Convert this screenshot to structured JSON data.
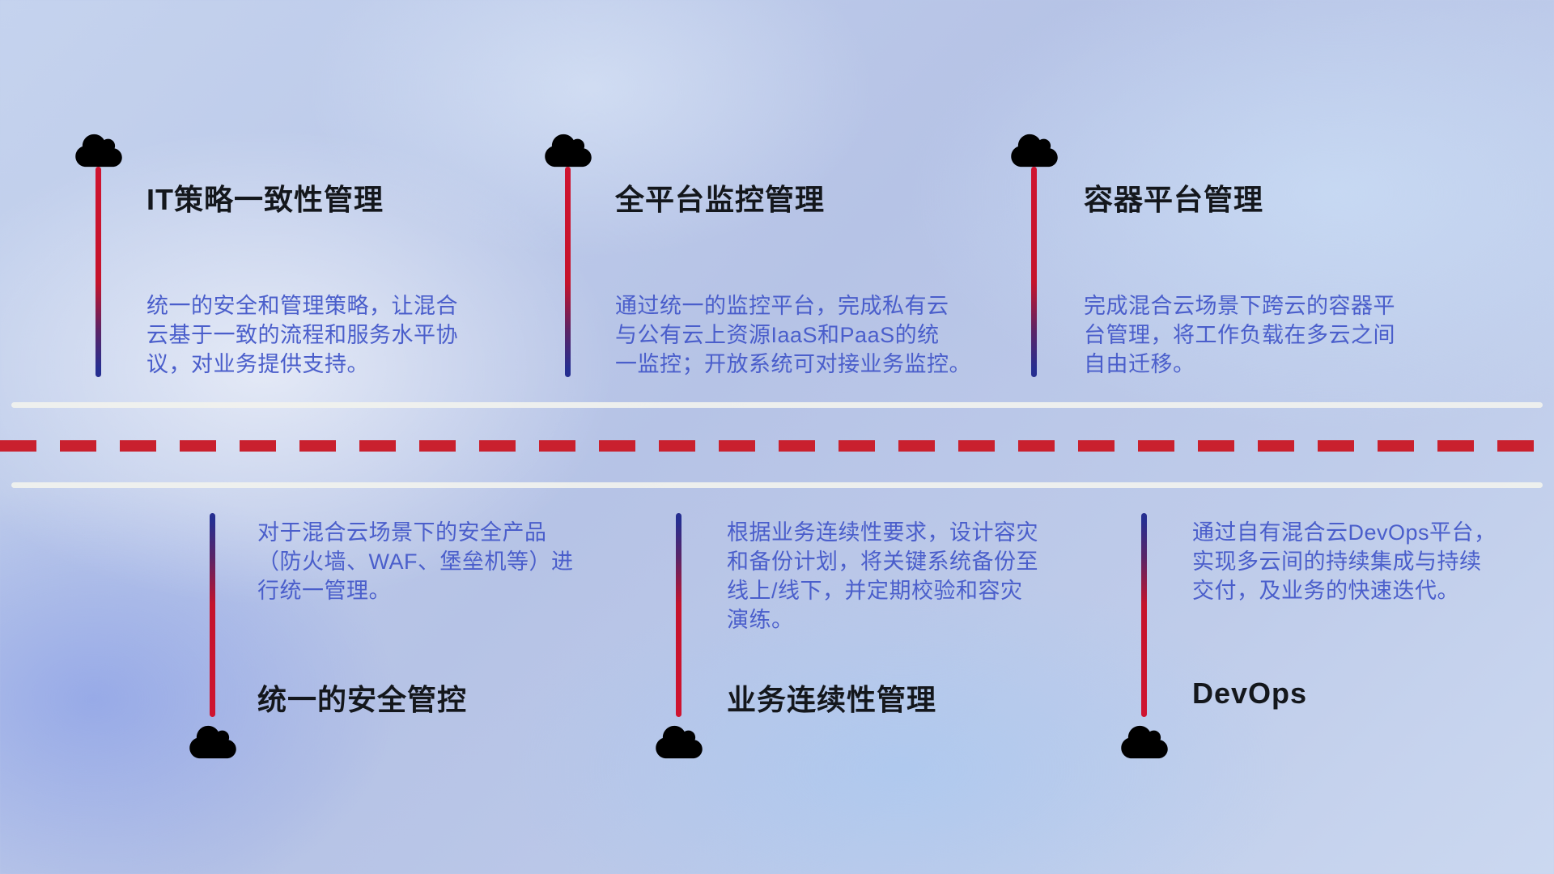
{
  "colors": {
    "cloud_red": "#d2202c",
    "line_red": "#c5132b",
    "line_blue": "#262e90",
    "title_text": "#14171c",
    "desc_text": "#4a5ecb",
    "road_line": "#f1f2ee",
    "dash_red": "#c9202e"
  },
  "icons": {
    "item_marker": "cloud-icon"
  },
  "top_items": [
    {
      "title": "IT策略一致性管理",
      "desc": "统一的安全和管理策略，让混合\n云基于一致的流程和服务水平协\n议，对业务提供支持。"
    },
    {
      "title": "全平台监控管理",
      "desc": "通过统一的监控平台，完成私有云\n与公有云上资源IaaS和PaaS的统\n一监控；开放系统可对接业务监控。"
    },
    {
      "title": "容器平台管理",
      "desc": "完成混合云场景下跨云的容器平\n台管理，将工作负载在多云之间\n自由迁移。"
    }
  ],
  "bottom_items": [
    {
      "title": "统一的安全管控",
      "desc": "对于混合云场景下的安全产品\n（防火墙、WAF、堡垒机等）进\n行统一管理。"
    },
    {
      "title": "业务连续性管理",
      "desc": "根据业务连续性要求，设计容灾\n和备份计划，将关键系统备份至\n线上/线下，并定期校验和容灾\n演练。"
    },
    {
      "title": "DevOps",
      "desc": "通过自有混合云DevOps平台，\n实现多云间的持续集成与持续\n交付，及业务的快速迭代。"
    }
  ]
}
